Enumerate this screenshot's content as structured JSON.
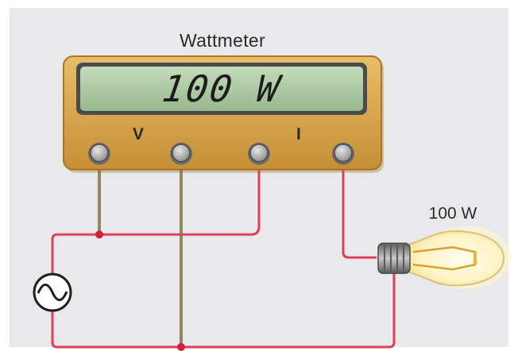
{
  "meter": {
    "title": "Wattmeter",
    "reading": "100 W",
    "voltage_terminal_label": "V",
    "current_terminal_label": "I"
  },
  "bulb": {
    "label": "100 W"
  },
  "colors": {
    "background": "#e9e9ec",
    "meter_body": "#d9a64c",
    "display": "#a9c8a0",
    "voltage_wire": "#8c8a60",
    "current_wire": "#e23d55",
    "junction": "#d0203c"
  },
  "icons": [
    "ac-source-icon",
    "light-bulb-icon",
    "terminal-icon"
  ]
}
